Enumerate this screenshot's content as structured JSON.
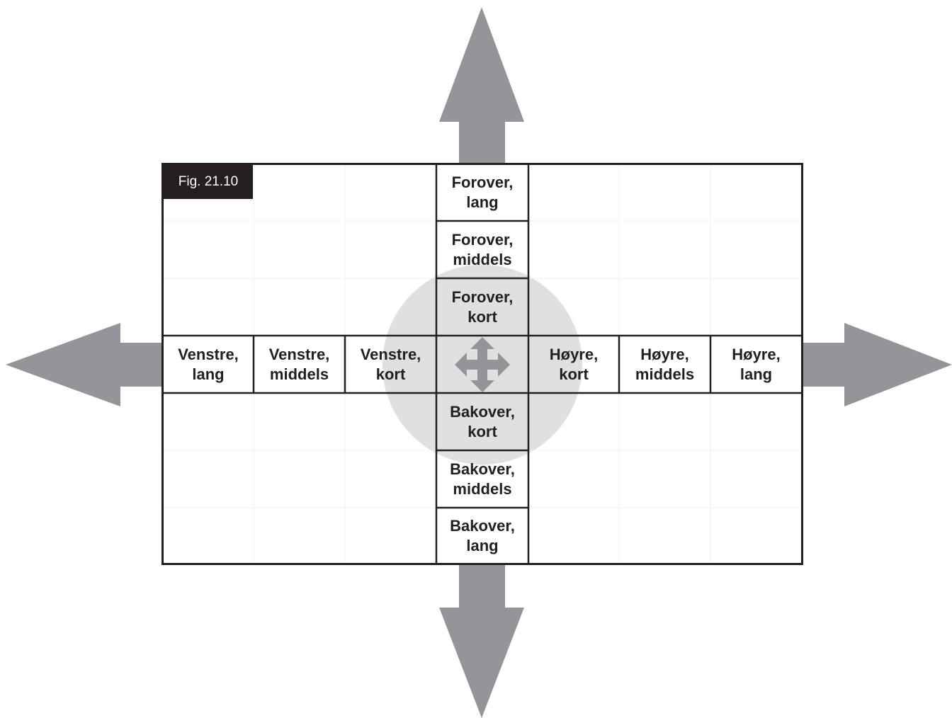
{
  "figure": {
    "label": "Fig. 21.10"
  },
  "forward": [
    {
      "id": "forward-long",
      "text": "Forover,\nlang"
    },
    {
      "id": "forward-medium",
      "text": "Forover,\nmiddels"
    },
    {
      "id": "forward-short",
      "text": "Forover,\nkort"
    }
  ],
  "backward": [
    {
      "id": "backward-short",
      "text": "Bakover,\nkort"
    },
    {
      "id": "backward-medium",
      "text": "Bakover,\nmiddels"
    },
    {
      "id": "backward-long",
      "text": "Bakover,\nlang"
    }
  ],
  "left": [
    {
      "id": "left-long",
      "text": "Venstre,\nlang"
    },
    {
      "id": "left-medium",
      "text": "Venstre,\nmiddels"
    },
    {
      "id": "left-short",
      "text": "Venstre,\nkort"
    }
  ],
  "right": [
    {
      "id": "right-short",
      "text": "Høyre,\nkort"
    },
    {
      "id": "right-medium",
      "text": "Høyre,\nmiddels"
    },
    {
      "id": "right-long",
      "text": "Høyre,\nlang"
    }
  ],
  "center": {
    "icon": "move-arrows-icon"
  },
  "colors": {
    "arrow": "#939598",
    "circle": "#e0e0e0",
    "center_icon": "#939598",
    "line": "#231f20",
    "label_bg": "#231f20"
  }
}
